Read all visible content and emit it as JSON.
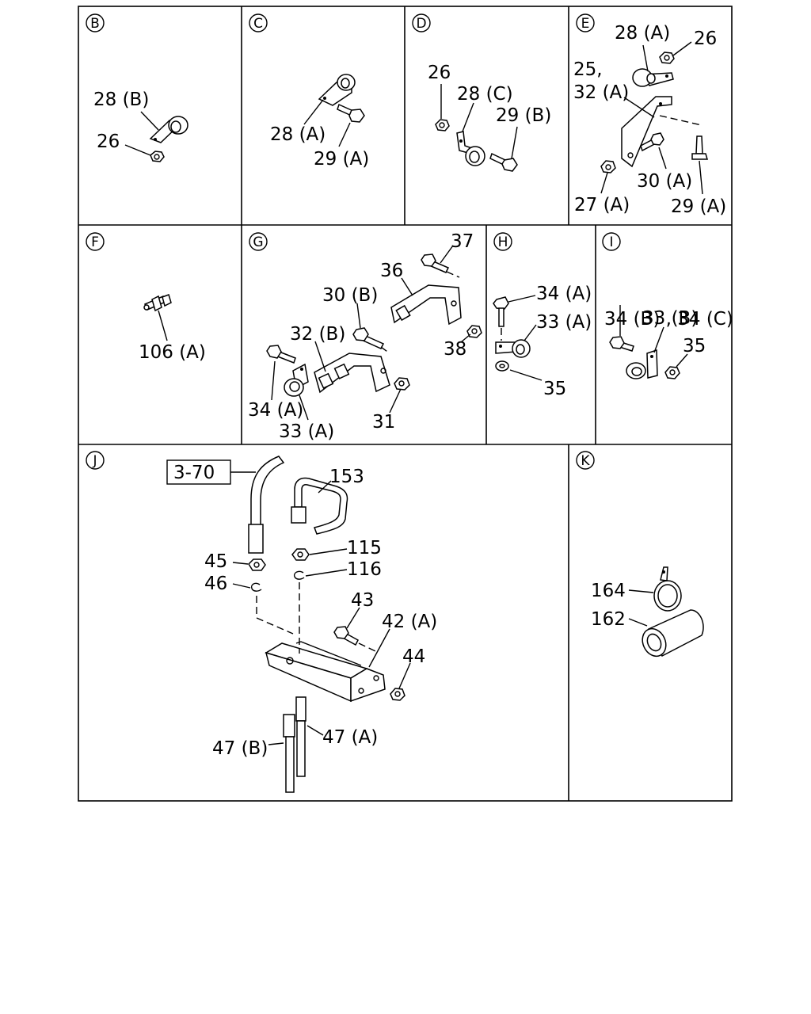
{
  "panels": {
    "B": {
      "letter": "B",
      "labels": [
        "28 (B)",
        "26"
      ]
    },
    "C": {
      "letter": "C",
      "labels": [
        "28 (A)",
        "29 (A)"
      ]
    },
    "D": {
      "letter": "D",
      "labels": [
        "26",
        "28 (C)",
        "29 (B)"
      ]
    },
    "E": {
      "letter": "E",
      "labels": [
        "28 (A)",
        "26",
        "25,",
        "32 (A)",
        "30 (A)",
        "27 (A)",
        "29 (A)"
      ]
    },
    "F": {
      "letter": "F",
      "labels": [
        "106 (A)"
      ]
    },
    "G": {
      "letter": "G",
      "labels": [
        "37",
        "36",
        "30 (B)",
        "38",
        "32 (B)",
        "34 (A)",
        "33 (A)",
        "31"
      ]
    },
    "H": {
      "letter": "H",
      "labels": [
        "34 (A)",
        "33 (A)",
        "35"
      ]
    },
    "I": {
      "letter": "I",
      "labels": [
        "34 (B) , 34 (C)",
        "33 (B)",
        "35"
      ]
    },
    "J": {
      "letter": "J",
      "ref_box": "3-70",
      "labels": [
        "153",
        "45",
        "115",
        "46",
        "116",
        "43",
        "42 (A)",
        "44",
        "47 (B)",
        "47 (A)"
      ]
    },
    "K": {
      "letter": "K",
      "labels": [
        "164",
        "162"
      ]
    }
  }
}
